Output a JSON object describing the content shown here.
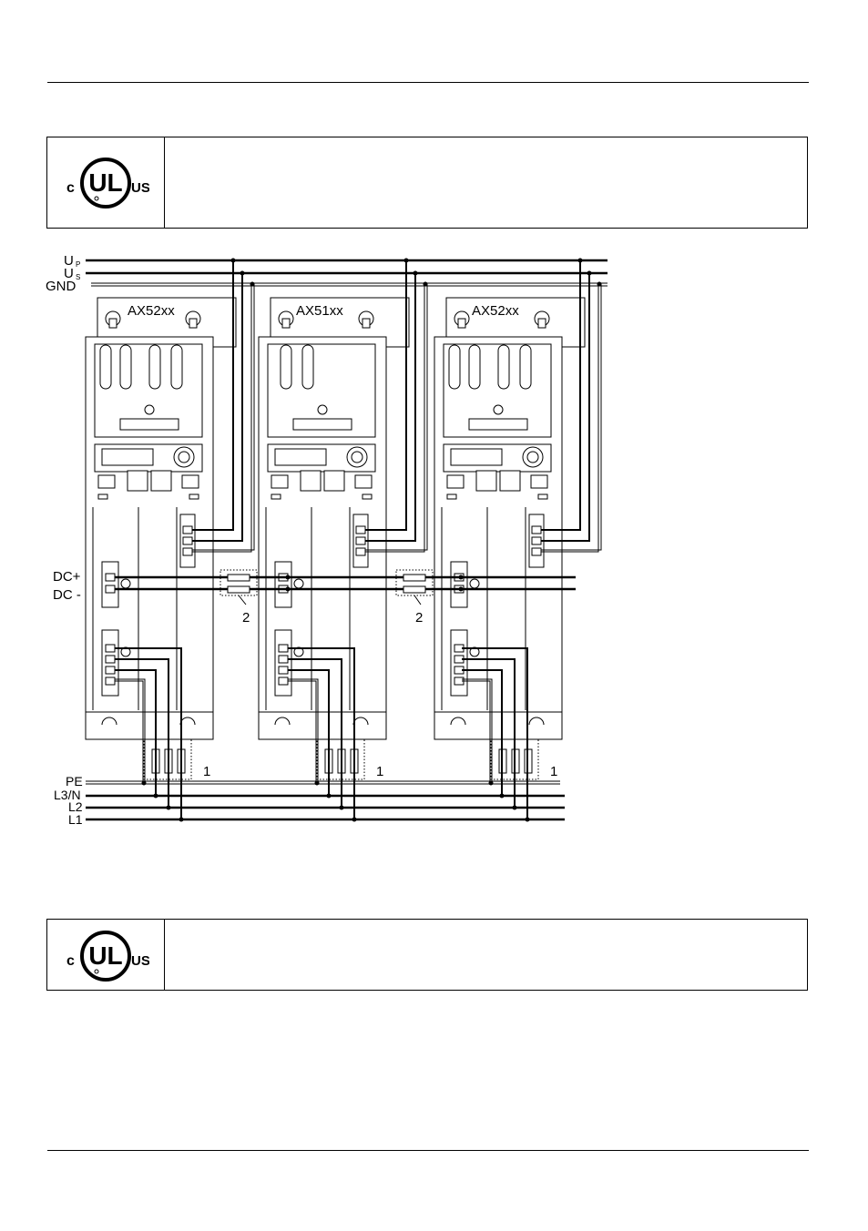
{
  "page": {
    "top_rule": true,
    "bottom_rule": true
  },
  "notice_top": {
    "logo": {
      "left_mark": "c",
      "center_mark": "UL",
      "right_mark": "US",
      "icon": "cul-us-listing-mark"
    },
    "text": ""
  },
  "notice_bottom": {
    "logo": {
      "left_mark": "c",
      "center_mark": "UL",
      "right_mark": "US",
      "icon": "cul-us-listing-mark"
    },
    "text": ""
  },
  "diagram": {
    "supply_labels": {
      "up_main": "U",
      "up_sub": "P",
      "us_main": "U",
      "us_sub": "S",
      "gnd": "GND"
    },
    "dc_labels": {
      "dc_plus": "DC+",
      "dc_minus": "DC -"
    },
    "mains_labels": {
      "pe": "PE",
      "l3n": "L3/N",
      "l2": "L2",
      "l1": "L1"
    },
    "modules": [
      {
        "name": "AX52xx"
      },
      {
        "name": "AX51xx"
      },
      {
        "name": "AX52xx"
      }
    ],
    "callouts": {
      "fuse": "1",
      "dc_fuse": "2"
    }
  }
}
